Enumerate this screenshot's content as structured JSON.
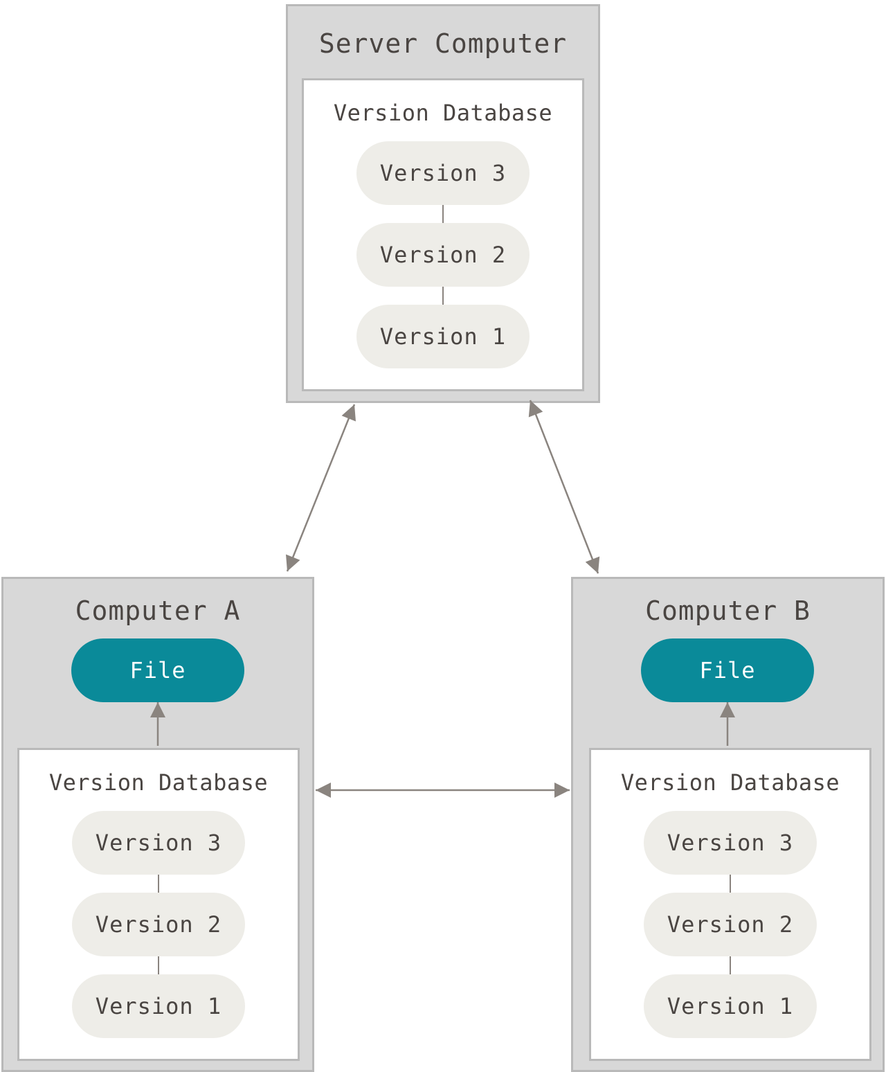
{
  "server": {
    "title": "Server Computer",
    "db_title": "Version Database",
    "versions": [
      "Version 3",
      "Version 2",
      "Version 1"
    ]
  },
  "computer_a": {
    "title": "Computer A",
    "file_label": "File",
    "db_title": "Version Database",
    "versions": [
      "Version 3",
      "Version 2",
      "Version 1"
    ]
  },
  "computer_b": {
    "title": "Computer B",
    "file_label": "File",
    "db_title": "Version Database",
    "versions": [
      "Version 3",
      "Version 2",
      "Version 1"
    ]
  },
  "colors": {
    "file_fill": "#0a8a99",
    "version_fill": "#eeede8",
    "box_fill": "#d8d8d8",
    "arrow": "#8a847f"
  }
}
